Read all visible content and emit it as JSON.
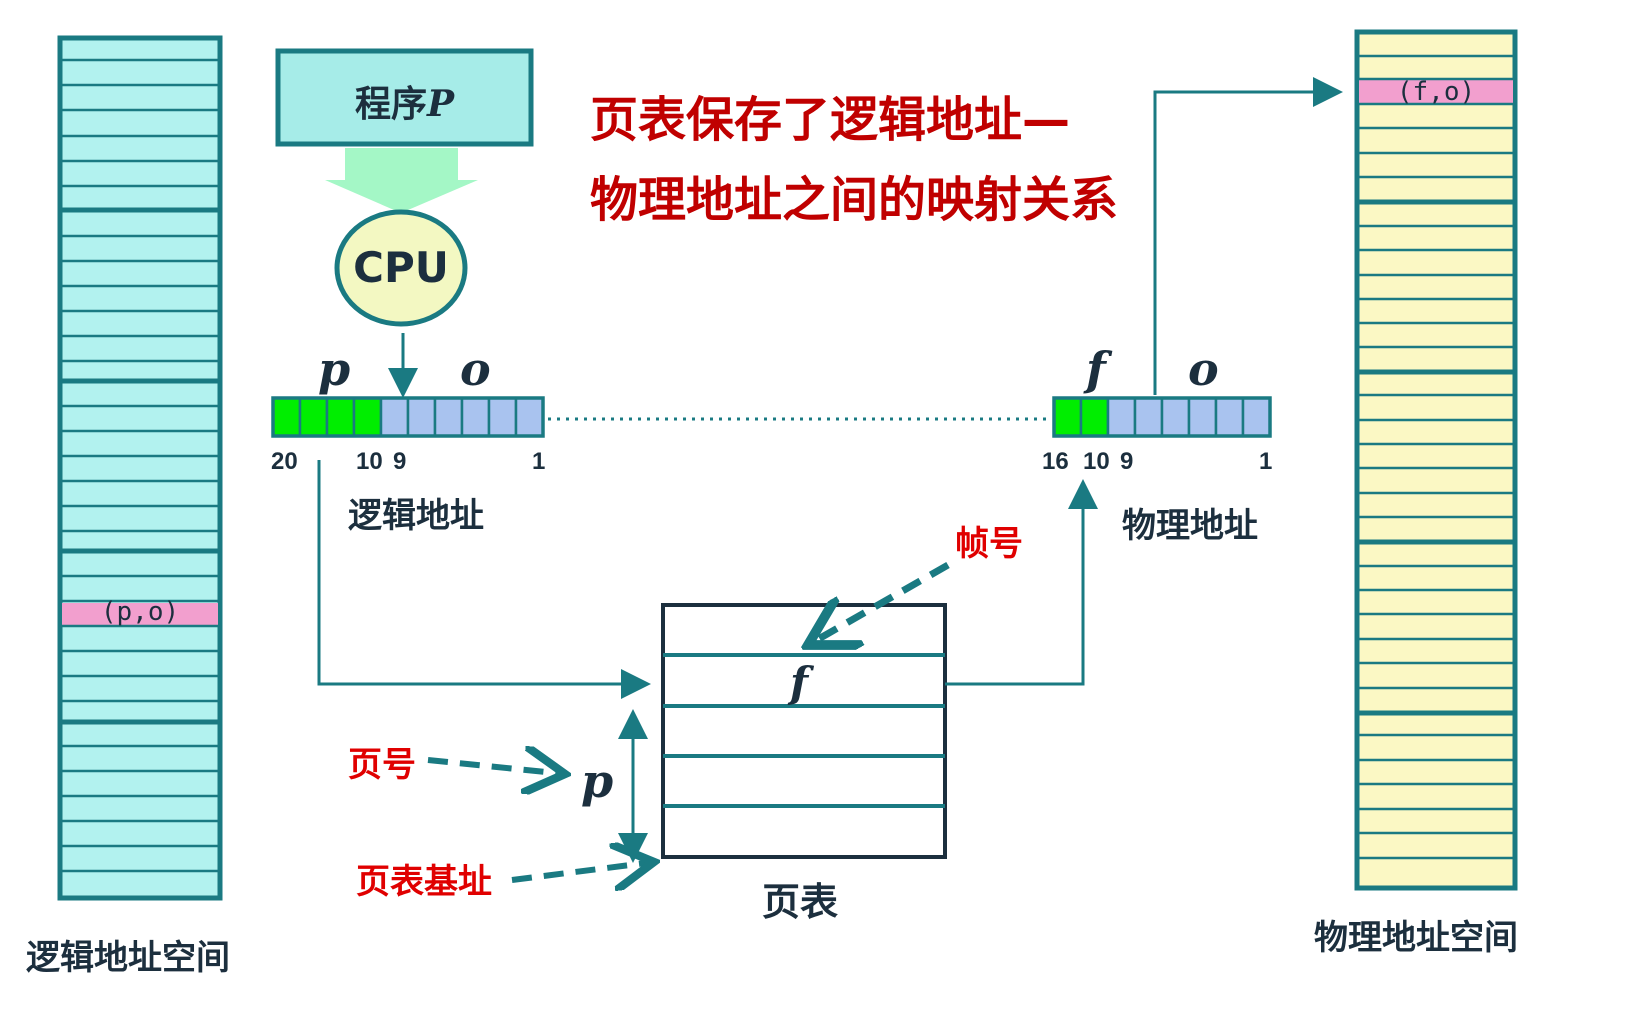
{
  "program": {
    "label": "程序",
    "var": "P"
  },
  "cpu": {
    "label": "CPU"
  },
  "title": {
    "line1": "页表保存了逻辑地址—",
    "line2": "物理地址之间的映射关系"
  },
  "logical_address": {
    "page_var": "p",
    "offset_var": "o",
    "bits": {
      "high": "20",
      "mid_hi": "10",
      "mid_lo": "9",
      "low": "1"
    },
    "label": "逻辑地址"
  },
  "physical_address": {
    "frame_var": "f",
    "offset_var": "o",
    "bits": {
      "high": "16",
      "mid_hi": "10",
      "mid_lo": "9",
      "low": "1"
    },
    "label": "物理地址"
  },
  "page_table": {
    "label": "页表",
    "entry_var": "f"
  },
  "annotations": {
    "frame_no": "帧号",
    "page_no": "页号",
    "page_no_var": "p",
    "page_table_base": "页表基址"
  },
  "logical_space": {
    "label": "逻辑地址空间",
    "tuple": "(p,o)"
  },
  "physical_space": {
    "label": "物理地址空间",
    "tuple": "(f,o)"
  },
  "colors": {
    "teal": "#1a7a82",
    "logical_fill": "#b2f2ef",
    "physical_fill": "#fbf8c4",
    "highlight": "#f29fce",
    "green_bit": "#00ee00",
    "blue_bit": "#a9c3ef",
    "program_fill": "#a6ece8",
    "cpu_fill": "#f3f8c2",
    "down_arrow": "#a4f7c6",
    "title_red": "#c00000",
    "annot_red": "#e00000"
  }
}
